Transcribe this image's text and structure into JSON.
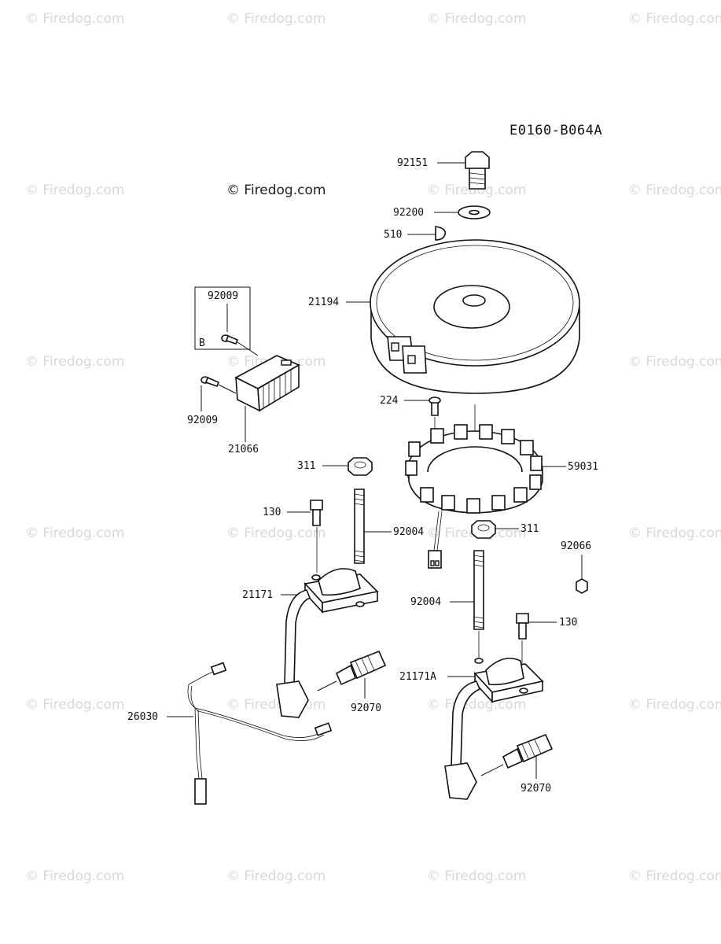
{
  "diagram_code": "E0160-B064A",
  "copyright": "© Firedog.com",
  "watermark": "© Firedog.com",
  "callouts": {
    "p92151": "92151",
    "p92200": "92200",
    "p510": "510",
    "p21194": "21194",
    "p92009a": "92009",
    "pB": "B",
    "p92009b": "92009",
    "p21066": "21066",
    "p224": "224",
    "p59031": "59031",
    "p311a": "311",
    "p130a": "130",
    "p92004a": "92004",
    "p311b": "311",
    "p92066": "92066",
    "p21171": "21171",
    "p92004b": "92004",
    "p130b": "130",
    "p21171A": "21171A",
    "p26030": "26030",
    "p92070a": "92070",
    "p92070b": "92070"
  }
}
